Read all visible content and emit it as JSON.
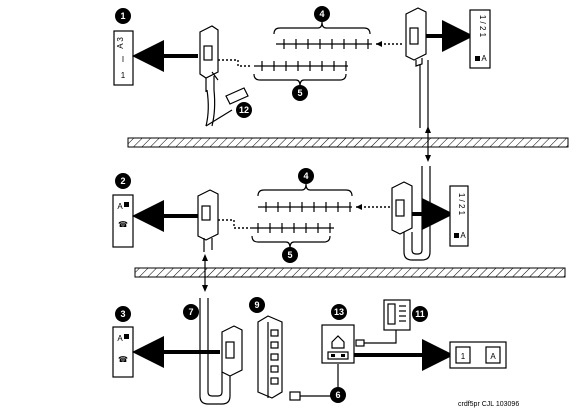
{
  "callouts": {
    "c1": "1",
    "c2": "2",
    "c3": "3",
    "c4": "4",
    "c5": "5",
    "c6": "6",
    "c7": "7",
    "c9": "9",
    "c11": "11",
    "c12": "12",
    "c13": "13",
    "c4b": "4",
    "c5b": "5"
  },
  "box_top_left": {
    "row1": "A 3",
    "row2": "I",
    "row3": "1"
  },
  "box_top_right": {
    "row1": "1 / 2  1",
    "row2": "A"
  },
  "box_mid_left": {
    "row1": "A",
    "row2": "☎"
  },
  "box_mid_right": {
    "row1": "1 / 2  1",
    "row2": "A"
  },
  "box_bot_left": {
    "row1": "A",
    "row2": "☎"
  },
  "box_bot_right": {
    "left": "1",
    "right": "A"
  },
  "caption": "crdf5pr CJL 103096"
}
